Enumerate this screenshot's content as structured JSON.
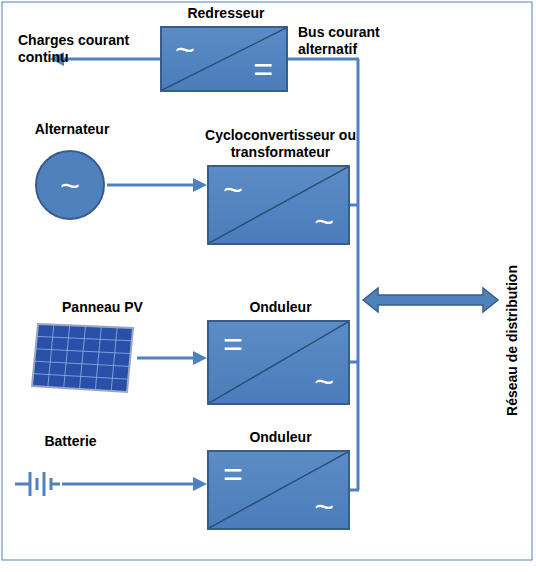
{
  "diagram": {
    "nodes": [
      {
        "text": [
          "Redresseur",
          "~",
          "="
        ]
      },
      {
        "text": [
          "Alternateur",
          "~"
        ]
      },
      {
        "text": [
          "Cycloconvertisseur ou transformateur",
          "~",
          "~"
        ]
      },
      {
        "text": [
          "Panneau PV"
        ]
      },
      {
        "text": [
          "Onduleur",
          "=",
          "~"
        ]
      },
      {
        "text": [
          "Batterie"
        ]
      },
      {
        "text": [
          "Onduleur",
          "=",
          "~"
        ]
      }
    ],
    "edges": [
      {
        "from": 1,
        "to": 2,
        "arrow": "to"
      },
      {
        "from": 3,
        "to": 4,
        "arrow": "to"
      },
      {
        "from": 5,
        "to": 6,
        "arrow": "to"
      }
    ],
    "labels": [
      "Charges courant continu",
      "Bus courant alternatif",
      "Réseau de distribution"
    ]
  }
}
